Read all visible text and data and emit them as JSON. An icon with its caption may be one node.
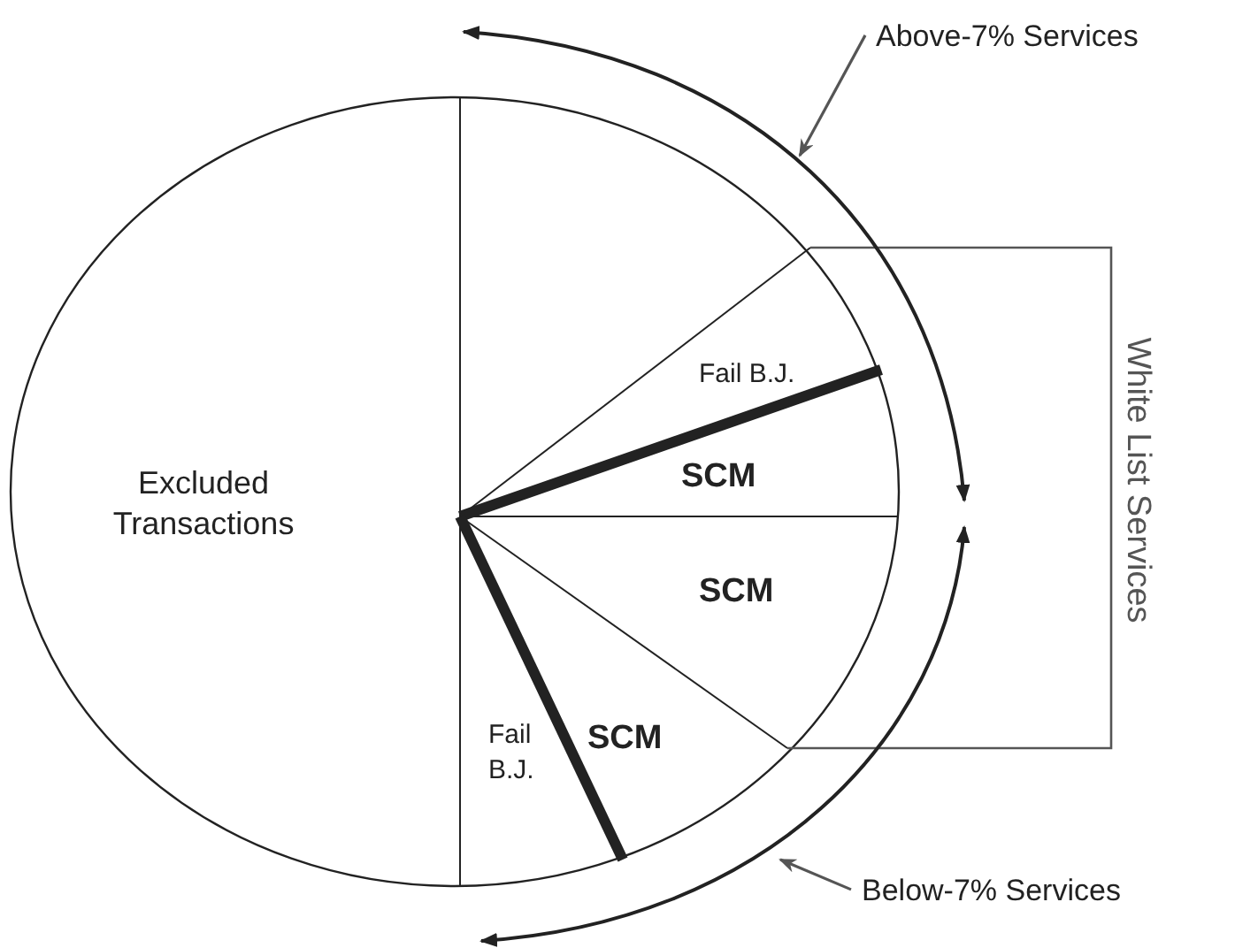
{
  "diagram": {
    "nodes": [
      {
        "text": [
          "Above-7% Services"
        ]
      },
      {
        "text": [
          "Below-7% Services"
        ]
      }
    ],
    "edges": [
      {
        "from": 0,
        "to": null,
        "arrow": "to",
        "color": "#555555"
      },
      {
        "from": 1,
        "to": null,
        "arrow": "to",
        "color": "#555555"
      }
    ],
    "labels": [
      "Excluded Transactions",
      "Fail B.J.",
      "SCM",
      "SCM",
      "White List Services",
      "SCM",
      "Fail B.J."
    ]
  }
}
